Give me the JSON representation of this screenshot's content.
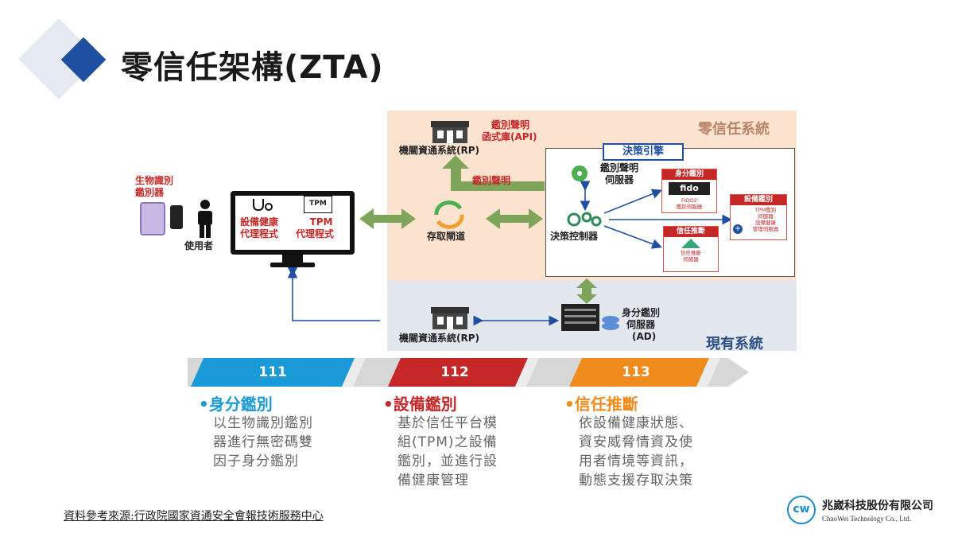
{
  "title": "零信任架構(ZTA)",
  "zones": {
    "zero_trust": "零信任系統",
    "existing": "現有系統"
  },
  "diagram": {
    "biometric_label": [
      "生物識別",
      "鑑別器"
    ],
    "user_label": "使用者",
    "device_agent_label": [
      "設備健康",
      "代理程式"
    ],
    "tpm_chip": "TPM",
    "tpm_agent_label": [
      "TPM",
      "代理程式"
    ],
    "rp_top_label": "機關資通系統(RP)",
    "api_label": [
      "鑑別聲明",
      "函式庫(API)"
    ],
    "auth_claim_arrow": "鑑別聲明",
    "access_gateway": "存取閘道",
    "policy_engine": "決策引擎",
    "claim_server": [
      "鑑別聲明",
      "伺服器"
    ],
    "policy_controller": "決策控制器",
    "identity_auth": {
      "head": "身分鑑別",
      "logo": "fido",
      "text": [
        "FIDO2",
        "鑑別伺服器"
      ]
    },
    "device_auth": {
      "head": "設備鑑別",
      "text1": [
        "TPM鑑別",
        "伺服器"
      ],
      "text2": [
        "設備健康",
        "管理伺服器"
      ]
    },
    "trust_inference": {
      "head": "信任推斷",
      "text": [
        "信任推斷",
        "伺服器"
      ]
    },
    "rp_bottom_label": "機關資通系統(RP)",
    "ad_label": [
      "身分鑑別",
      "伺服器",
      "(AD)"
    ]
  },
  "timeline": [
    {
      "year": "111",
      "color": "#1a9bd7",
      "heading": "身分鑑別",
      "body": [
        "以生物識別鑑別",
        "器進行無密碼雙",
        "因子身分鑑別"
      ]
    },
    {
      "year": "112",
      "color": "#c62828",
      "heading": "設備鑑別",
      "body": [
        "基於信任平台模",
        "組(TPM)之設備",
        "鑑別，並進行設",
        "備健康管理"
      ]
    },
    {
      "year": "113",
      "color": "#f08c1e",
      "heading": "信任推斷",
      "body": [
        "依設備健康狀態、",
        "資安威脅情資及使",
        "用者情境等資訊，",
        "動態支援存取決策"
      ]
    }
  ],
  "source": "資料參考來源:行政院國家資通安全會報技術服務中心",
  "company": {
    "logo": "cw",
    "name": "兆崴科技股份有限公司",
    "english": "ChaoWei Technology Co., Ltd."
  }
}
